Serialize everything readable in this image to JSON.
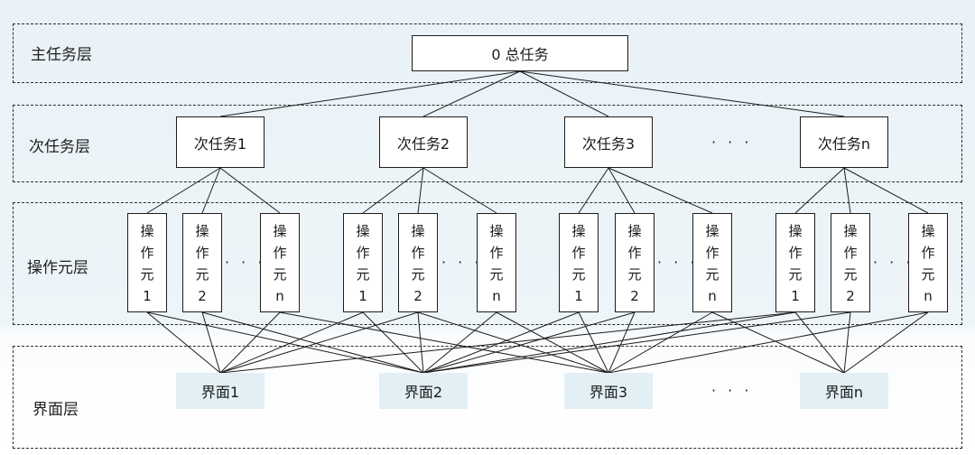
{
  "layers": {
    "main": "主任务层",
    "secondary": "次任务层",
    "operation": "操作元层",
    "interface": "界面层"
  },
  "root_task": "0 总任务",
  "sub_tasks": [
    "次任务1",
    "次任务2",
    "次任务3",
    "次任务n"
  ],
  "ellipsis": "· · ·",
  "operation_unit": [
    "操",
    "作",
    "元"
  ],
  "operation_indices": [
    "1",
    "2",
    "n"
  ],
  "interfaces": [
    "界面1",
    "界面2",
    "界面3",
    "界面n"
  ],
  "colors": {
    "line": "#1d1d1d",
    "interface_fill": "#e2f0f5",
    "upper_background": "#eef5f9"
  }
}
